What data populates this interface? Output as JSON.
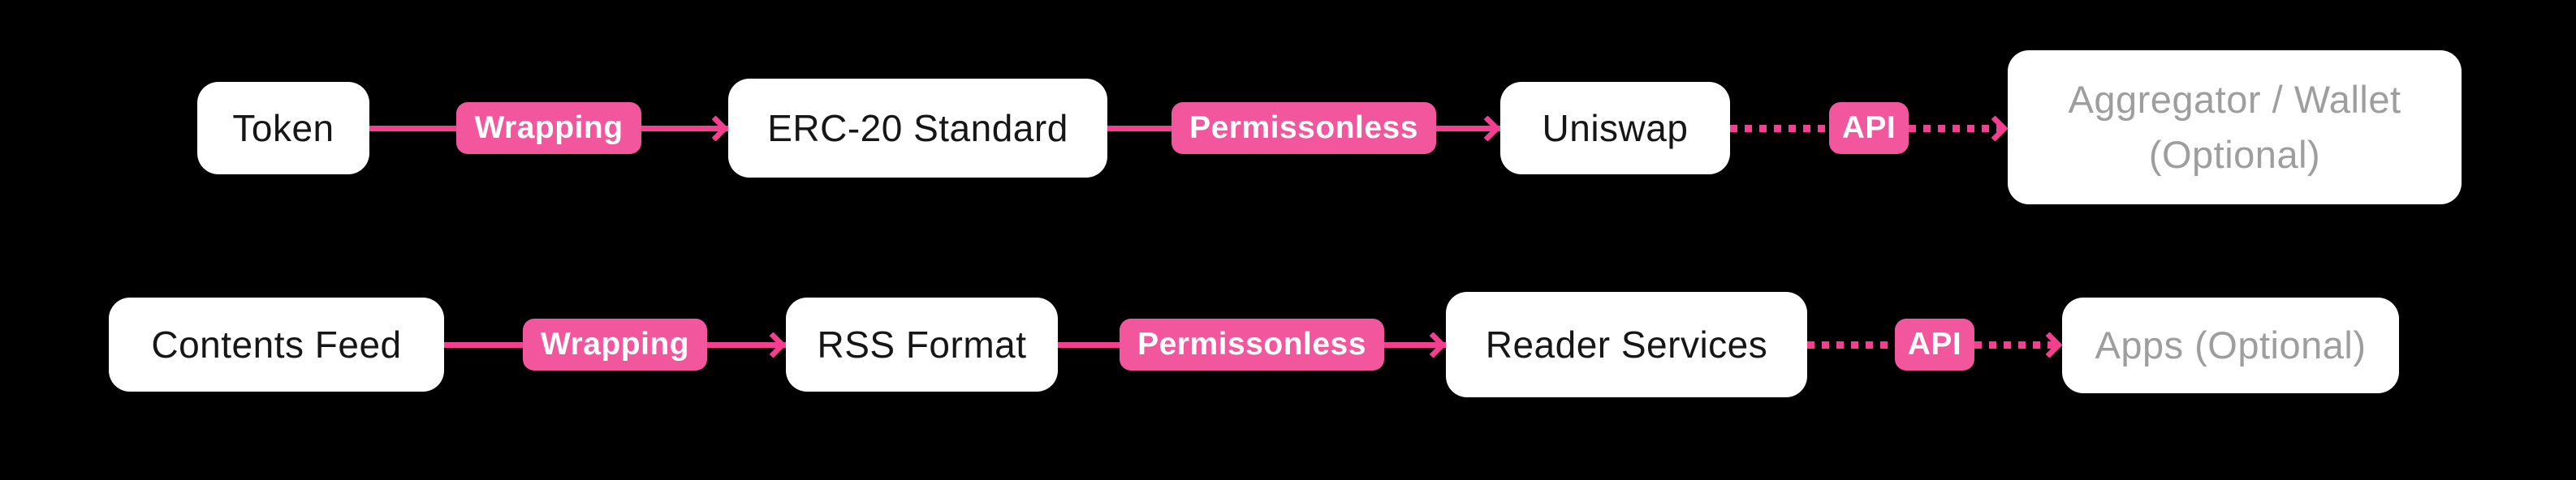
{
  "diagram": {
    "background": "#000000",
    "colors": {
      "node_background": "#ffffff",
      "node_text": "#161616",
      "optional_text": "#9e9e9e",
      "badge_background": "#f2579d",
      "badge_text": "#ffffff",
      "arrow": "#f43e90"
    },
    "rows": [
      {
        "name": "token-flow",
        "nodes": [
          {
            "label": "Token",
            "optional": false
          },
          {
            "label": "ERC-20 Standard",
            "optional": false
          },
          {
            "label": "Uniswap",
            "optional": false
          },
          {
            "label": "Aggregator / Wallet (Optional)",
            "optional": true
          }
        ],
        "connectors": [
          {
            "label": "Wrapping",
            "style": "solid"
          },
          {
            "label": "Permissonless",
            "style": "solid"
          },
          {
            "label": "API",
            "style": "dotted"
          }
        ]
      },
      {
        "name": "rss-flow",
        "nodes": [
          {
            "label": "Contents Feed",
            "optional": false
          },
          {
            "label": "RSS Format",
            "optional": false
          },
          {
            "label": "Reader Services",
            "optional": false
          },
          {
            "label": "Apps (Optional)",
            "optional": true
          }
        ],
        "connectors": [
          {
            "label": "Wrapping",
            "style": "solid"
          },
          {
            "label": "Permissonless",
            "style": "solid"
          },
          {
            "label": "API",
            "style": "dotted"
          }
        ]
      }
    ]
  }
}
